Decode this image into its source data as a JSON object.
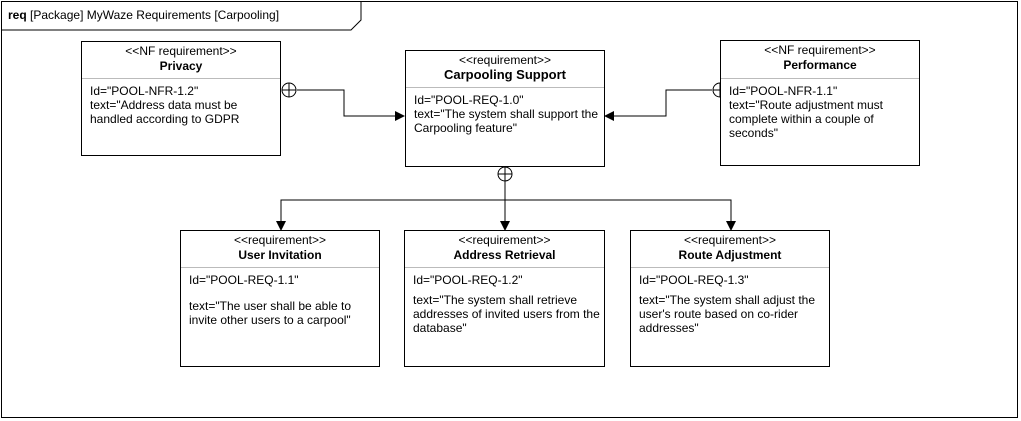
{
  "frame": {
    "keyword": "req",
    "label": "[Package] MyWaze Requirements [Carpooling]"
  },
  "requirements": {
    "privacy": {
      "stereotype": "<<NF requirement>>",
      "name": "Privacy",
      "id": "Id=\"POOL-NFR-1.2\"",
      "text": "text=\"Address data must be handled according to GDPR"
    },
    "carpooling": {
      "stereotype": "<<requirement>>",
      "name": "Carpooling Support",
      "id": "Id=\"POOL-REQ-1.0\"",
      "text": "text=\"The system shall support the Carpooling feature\""
    },
    "performance": {
      "stereotype": "<<NF requirement>>",
      "name": "Performance",
      "id": "Id=\"POOL-NFR-1.1\"",
      "text": "text=\"Route adjustment must complete within a couple of seconds\""
    },
    "invitation": {
      "stereotype": "<<requirement>>",
      "name": "User Invitation",
      "id": "Id=\"POOL-REQ-1.1\"",
      "text": "text=\"The user shall be able to invite other users to a carpool\""
    },
    "retrieval": {
      "stereotype": "<<requirement>>",
      "name": "Address Retrieval",
      "id": "Id=\"POOL-REQ-1.2\"",
      "text": "text=\"The system shall retrieve addresses of invited users from the database\""
    },
    "adjustment": {
      "stereotype": "<<requirement>>",
      "name": "Route Adjustment",
      "id": "Id=\"POOL-REQ-1.3\"",
      "text": "text=\"The system shall adjust the user's route based on co-rider addresses\""
    }
  }
}
